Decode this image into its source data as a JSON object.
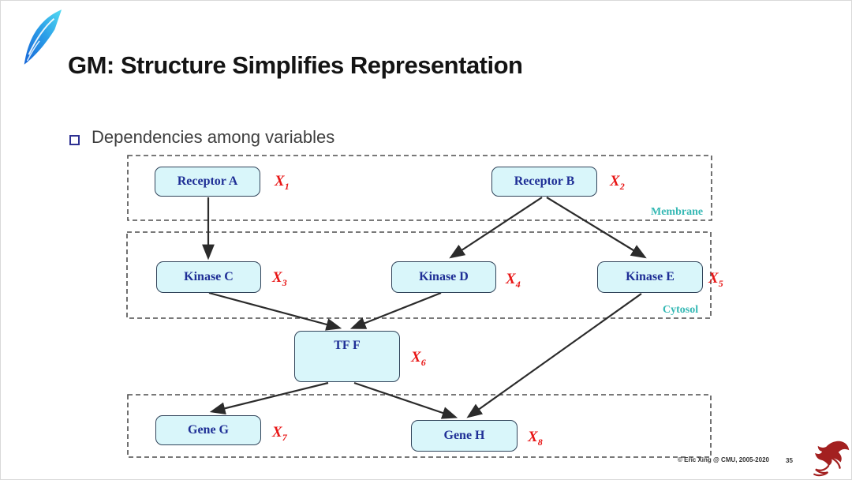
{
  "slide": {
    "title": "GM: Structure Simplifies Representation",
    "bullet_text": "Dependencies among variables",
    "footer": {
      "copyright": "© Eric Xing @ CMU, 2005-2020",
      "page_number": "35"
    },
    "logos": {
      "top_left": "blue-swoosh-logo",
      "bottom_right": "red-dragon-logo"
    }
  },
  "diagram": {
    "type": "directed-graph",
    "compartments": [
      {
        "name": "Membrane"
      },
      {
        "name": "Cytosol"
      },
      {
        "name": ""
      }
    ],
    "nodes": [
      {
        "id": "receptor-a",
        "label": "Receptor A",
        "var": "X",
        "sub": "1",
        "compartment": "Membrane"
      },
      {
        "id": "receptor-b",
        "label": "Receptor B",
        "var": "X",
        "sub": "2",
        "compartment": "Membrane"
      },
      {
        "id": "kinase-c",
        "label": "Kinase C",
        "var": "X",
        "sub": "3",
        "compartment": "Cytosol"
      },
      {
        "id": "kinase-d",
        "label": "Kinase D",
        "var": "X",
        "sub": "4",
        "compartment": "Cytosol"
      },
      {
        "id": "kinase-e",
        "label": "Kinase E",
        "var": "X",
        "sub": "5",
        "compartment": "Cytosol"
      },
      {
        "id": "tf-f",
        "label": "TF F",
        "var": "X",
        "sub": "6",
        "compartment": ""
      },
      {
        "id": "gene-g",
        "label": "Gene G",
        "var": "X",
        "sub": "7",
        "compartment": ""
      },
      {
        "id": "gene-h",
        "label": "Gene H",
        "var": "X",
        "sub": "8",
        "compartment": ""
      }
    ],
    "edges": [
      {
        "from": "Receptor A",
        "to": "Kinase C"
      },
      {
        "from": "Receptor B",
        "to": "Kinase D"
      },
      {
        "from": "Receptor B",
        "to": "Kinase E"
      },
      {
        "from": "Kinase C",
        "to": "TF F"
      },
      {
        "from": "Kinase D",
        "to": "TF F"
      },
      {
        "from": "Kinase E",
        "to": "Gene H"
      },
      {
        "from": "TF F",
        "to": "Gene G"
      },
      {
        "from": "TF F",
        "to": "Gene H"
      }
    ],
    "colors": {
      "node_fill": "#d9f6fa",
      "node_border": "#31445a",
      "node_text": "#1f2f96",
      "var_label": "#e81616",
      "compartment_label": "#35b8b4",
      "compartment_border": "#4d4d4d",
      "arrow": "#2b2b2b"
    }
  }
}
